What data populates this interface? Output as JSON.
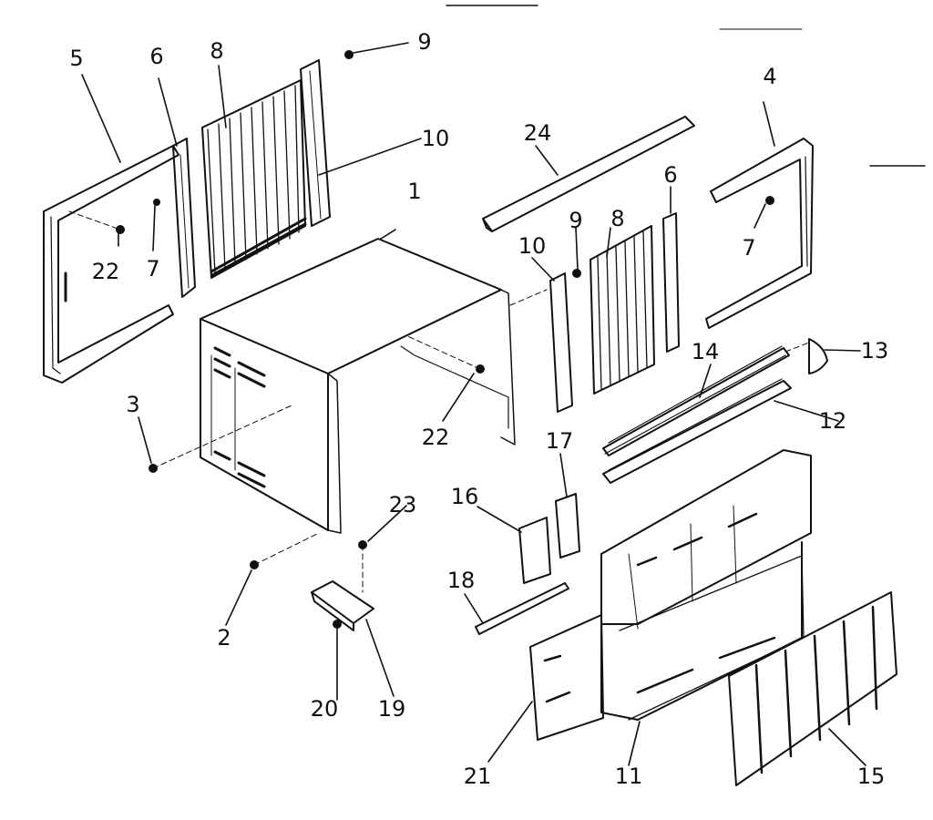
{
  "diagram": {
    "parts": [
      {
        "id": "p1",
        "label": "1",
        "name": "cabinet"
      },
      {
        "id": "p2",
        "label": "2",
        "name": "screw-left-bottom"
      },
      {
        "id": "p3",
        "label": "3",
        "name": "screw-left-side"
      },
      {
        "id": "p4",
        "label": "4",
        "name": "right-curtain-frame"
      },
      {
        "id": "p5",
        "label": "5",
        "name": "left-curtain-frame"
      },
      {
        "id": "p6a",
        "label": "6",
        "name": "left-curtain-channel"
      },
      {
        "id": "p6b",
        "label": "6",
        "name": "right-curtain-channel"
      },
      {
        "id": "p7a",
        "label": "7",
        "name": "left-frame-screw"
      },
      {
        "id": "p7b",
        "label": "7",
        "name": "right-frame-screw"
      },
      {
        "id": "p8a",
        "label": "8",
        "name": "left-accordion-curtain"
      },
      {
        "id": "p8b",
        "label": "8",
        "name": "right-accordion-curtain"
      },
      {
        "id": "p9a",
        "label": "9",
        "name": "left-curtain-screw"
      },
      {
        "id": "p9b",
        "label": "9",
        "name": "right-curtain-screw"
      },
      {
        "id": "p10a",
        "label": "10",
        "name": "left-curtain-rail"
      },
      {
        "id": "p10b",
        "label": "10",
        "name": "right-curtain-rail"
      },
      {
        "id": "p11",
        "label": "11",
        "name": "front-grille"
      },
      {
        "id": "p12",
        "label": "12",
        "name": "lower-louver"
      },
      {
        "id": "p13",
        "label": "13",
        "name": "louver-clip"
      },
      {
        "id": "p14",
        "label": "14",
        "name": "upper-louver"
      },
      {
        "id": "p15",
        "label": "15",
        "name": "air-filter-door"
      },
      {
        "id": "p16",
        "label": "16",
        "name": "hinge-bracket"
      },
      {
        "id": "p17",
        "label": "17",
        "name": "latch-bracket"
      },
      {
        "id": "p18",
        "label": "18",
        "name": "hinge-rod"
      },
      {
        "id": "p19",
        "label": "19",
        "name": "mounting-bracket"
      },
      {
        "id": "p20",
        "label": "20",
        "name": "bracket-screw"
      },
      {
        "id": "p21",
        "label": "21",
        "name": "access-panel"
      },
      {
        "id": "p22a",
        "label": "22",
        "name": "left-frame-nut"
      },
      {
        "id": "p22b",
        "label": "22",
        "name": "cabinet-screw"
      },
      {
        "id": "p23",
        "label": "23",
        "name": "bracket-top-screw"
      },
      {
        "id": "p24",
        "label": "24",
        "name": "top-rail"
      }
    ]
  }
}
